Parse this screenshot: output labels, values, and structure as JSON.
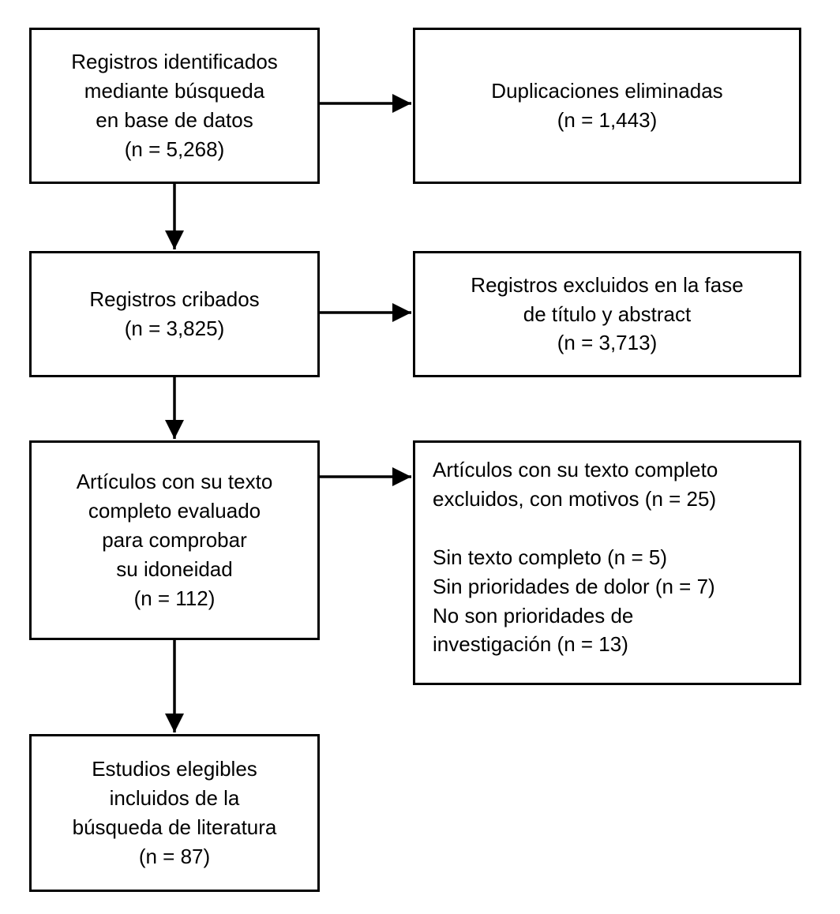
{
  "diagram": {
    "boxes": {
      "identified": "Registros identificados\nmediante búsqueda\nen base de datos\n(n = 5,268)",
      "duplicates_removed": "Duplicaciones eliminadas\n(n = 1,443)",
      "screened": "Registros cribados\n(n = 3,825)",
      "excluded_title_abstract": "Registros excluidos en la fase\nde título y abstract\n(n = 3,713)",
      "fulltext_assessed": "Artículos con su texto\ncompleto evaluado\npara comprobar\nsu idoneidad\n(n = 112)",
      "fulltext_excluded": "Artículos con su texto completo\nexcluidos, con motivos (n = 25)\n\nSin texto completo (n = 5)\nSin prioridades de dolor (n = 7)\nNo son prioridades de\ninvestigación (n = 13)",
      "studies_included": "Estudios elegibles\nincluidos de la\nbúsqueda de literatura\n(n = 87)"
    },
    "colors": {
      "ink": "#000000",
      "background": "#ffffff"
    }
  }
}
